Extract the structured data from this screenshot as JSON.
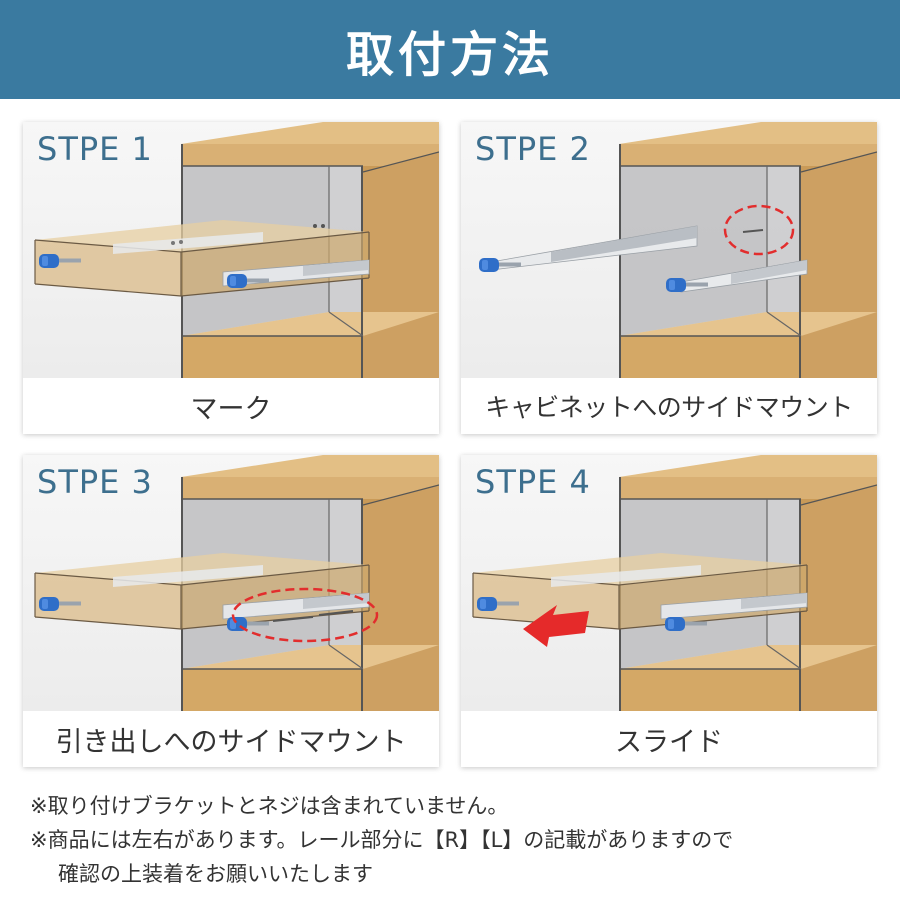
{
  "header": {
    "title": "取付方法"
  },
  "steps": [
    {
      "label": "STPE 1",
      "caption": "マーク"
    },
    {
      "label": "STPE 2",
      "caption": "キャビネットへのサイドマウント"
    },
    {
      "label": "STPE 3",
      "caption": "引き出しへのサイドマウント"
    },
    {
      "label": "STPE 4",
      "caption": "スライド"
    }
  ],
  "notes": [
    "※取り付けブラケットとネジは含まれていません。",
    "※商品には左右があります。レール部分に【R】【L】の記載がありますので",
    "確認の上装着をお願いいたします"
  ],
  "colors": {
    "header_bg": "#3a7aa0",
    "step_label": "#3d6f8e",
    "wood": "#d6ac6e",
    "screwdriver_handle": "#2f6ec8",
    "highlight": "#e22d2d"
  }
}
